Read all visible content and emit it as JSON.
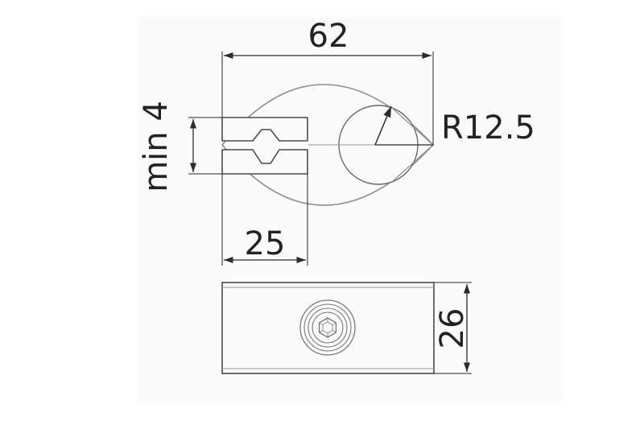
{
  "drawing": {
    "dimensions": {
      "overall_width": "62",
      "min_thickness": "min 4",
      "radius": "R12.5",
      "clamp_width": "25",
      "height": "26"
    },
    "colors": {
      "dimension_line": "#2b2b2b",
      "outline": "#5a5a5a",
      "thin_outline": "#9a9a9a",
      "panel": "#fbfbfb"
    }
  }
}
